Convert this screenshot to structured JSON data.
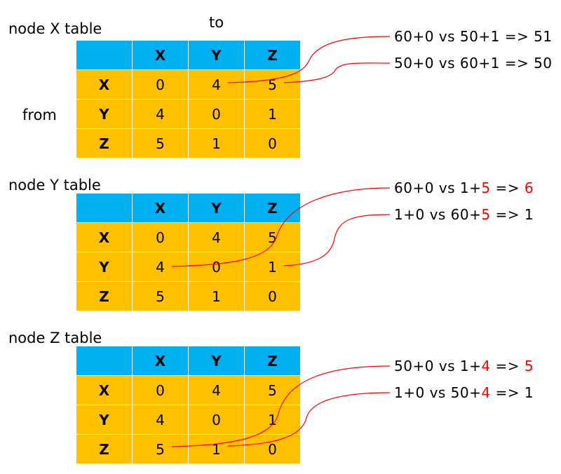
{
  "axes": {
    "to": "to",
    "from": "from"
  },
  "columns": [
    "X",
    "Y",
    "Z"
  ],
  "tables": [
    {
      "title": "node X table",
      "rows": [
        {
          "label": "X",
          "cells": [
            "0",
            "4",
            "5"
          ]
        },
        {
          "label": "Y",
          "cells": [
            "4",
            "0",
            "1"
          ]
        },
        {
          "label": "Z",
          "cells": [
            "5",
            "1",
            "0"
          ]
        }
      ]
    },
    {
      "title": "node Y table",
      "rows": [
        {
          "label": "X",
          "cells": [
            "0",
            "4",
            "5"
          ]
        },
        {
          "label": "Y",
          "cells": [
            "4",
            "0",
            "1"
          ]
        },
        {
          "label": "Z",
          "cells": [
            "5",
            "1",
            "0"
          ]
        }
      ]
    },
    {
      "title": "node Z table",
      "rows": [
        {
          "label": "X",
          "cells": [
            "0",
            "4",
            "5"
          ]
        },
        {
          "label": "Y",
          "cells": [
            "4",
            "0",
            "1"
          ]
        },
        {
          "label": "Z",
          "cells": [
            "5",
            "1",
            "0"
          ]
        }
      ]
    }
  ],
  "notes": [
    {
      "a": "60+0 vs 50+1 => ",
      "red": "",
      "b": "",
      "result": "51",
      "result_red": false
    },
    {
      "a": "50+0 vs 60+1 => ",
      "red": "",
      "b": "",
      "result": "50",
      "result_red": false
    },
    {
      "a": "60+0 vs 1+",
      "red": "5",
      "b": " => ",
      "result": "6",
      "result_red": true
    },
    {
      "a": "1+0 vs 60+",
      "red": "5",
      "b": " => ",
      "result": "1",
      "result_red": false
    },
    {
      "a": "50+0 vs 1+",
      "red": "4",
      "b": " => ",
      "result": "5",
      "result_red": true
    },
    {
      "a": "1+0 vs 50+",
      "red": "4",
      "b": " => ",
      "result": "1",
      "result_red": false
    }
  ],
  "colors": {
    "header": "#00b0f0",
    "body": "#ffc000",
    "connector": "#ff0000",
    "highlight": "#ff0000"
  }
}
